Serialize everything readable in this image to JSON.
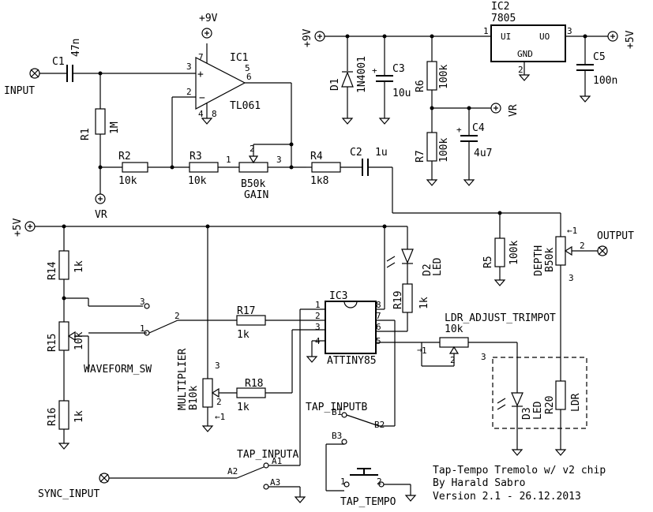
{
  "labels": {
    "input": "INPUT",
    "c1": "C1",
    "c1v": "47n",
    "r1": "R1",
    "r1v": "1M",
    "vr": "VR",
    "vr2": "VR",
    "plus9": "+9V",
    "plus9b": "+9V",
    "ic1": "IC1",
    "ic1v": "TL061",
    "r2": "R2",
    "r2v": "10k",
    "r3": "R3",
    "r3v": "10k",
    "gain1": "B50k",
    "gain2": "GAIN",
    "r4": "R4",
    "r4v": "1k8",
    "c2": "C2",
    "c2v": "1u",
    "d1": "D1",
    "d1v": "1N4001",
    "c3": "C3",
    "c3v": "10u",
    "r6": "R6",
    "r6v": "100k",
    "r7": "R7",
    "r7v": "100k",
    "c4": "C4",
    "c4v": "4u7",
    "ic2": "IC2",
    "ic2v": "7805",
    "ui": "UI",
    "uo": "UO",
    "gnd": "GND",
    "plus5": "+5V",
    "plus5b": "+5V",
    "c5": "C5",
    "c5v": "100n",
    "r5": "R5",
    "r5v": "100k",
    "depth1": "DEPTH",
    "depth2": "B50k",
    "output": "OUTPUT",
    "r14": "R14",
    "r14v": "1k",
    "r15": "R15",
    "r15v": "10k",
    "r16": "R16",
    "r16v": "1k",
    "waveform": "WAVEFORM_SW",
    "mult1": "MULTIPLIER",
    "mult2": "B10k",
    "r17": "R17",
    "r17v": "1k",
    "r18": "R18",
    "r18v": "1k",
    "ic3": "IC3",
    "ic3v": "ATTINY85",
    "d2": "D2",
    "d2v": "LED",
    "r19": "R19",
    "r19v": "1k",
    "ldrtrim": "LDR_ADJUST_TRIMPOT",
    "ldrtrimv": "10k",
    "d3": "D3",
    "d3v": "LED",
    "r20": "R20",
    "r20v": "LDR",
    "tapb": "TAP_INPUTB",
    "b1": "B1",
    "b2": "B2",
    "b3": "B3",
    "tapa": "TAP_INPUTA",
    "a1": "A1",
    "a2": "A2",
    "a3": "A3",
    "sync": "SYNC_INPUT",
    "taptempo": "TAP_TEMPO",
    "title1": "Tap-Tempo Tremolo w/ v2 chip",
    "title2": "By Harald Sabro",
    "title3": "Version 2.1 - 26.12.2013"
  }
}
